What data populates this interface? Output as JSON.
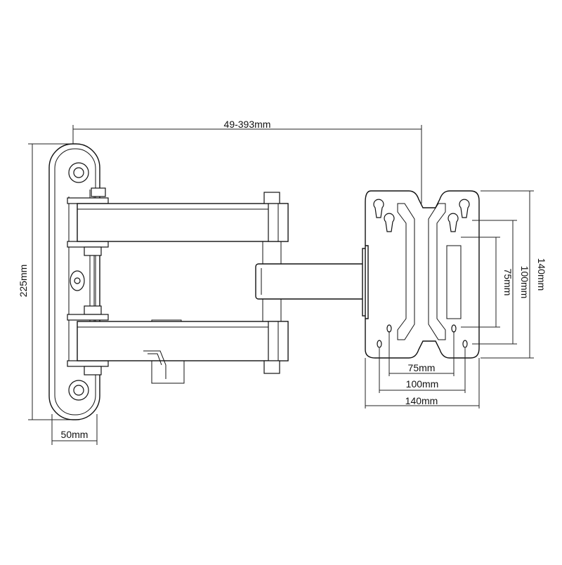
{
  "dimensions": {
    "extension": "49-393mm",
    "wall_plate_height": "225mm",
    "wall_plate_depth": "50mm",
    "vesa_h_75": "75mm",
    "vesa_h_100": "100mm",
    "vesa_h_140": "140mm",
    "vesa_v_75": "75mm",
    "vesa_v_100": "100mm",
    "vesa_v_140": "140mm"
  },
  "colors": {
    "line": "#111111",
    "background": "#ffffff"
  }
}
